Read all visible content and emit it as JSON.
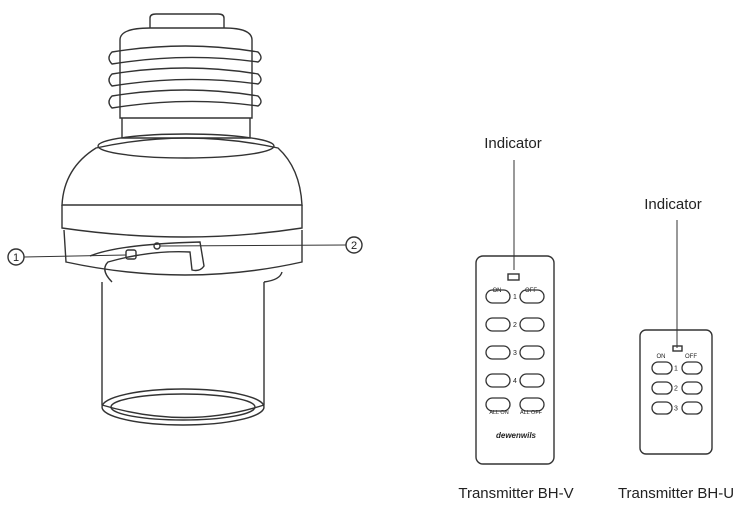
{
  "socket": {
    "callout_1": "1",
    "callout_2": "2"
  },
  "remote_v": {
    "indicator_label": "Indicator",
    "caption": "Transmitter BH-V",
    "brand": "dewenwils",
    "on_label": "ON",
    "off_label": "OFF",
    "channels": [
      "1",
      "2",
      "3",
      "4"
    ],
    "all_on_label": "ALL ON",
    "all_off_label": "ALL OFF"
  },
  "remote_u": {
    "indicator_label": "Indicator",
    "caption": "Transmitter BH-U",
    "on_label": "ON",
    "off_label": "OFF",
    "channels": [
      "1",
      "2",
      "3"
    ]
  }
}
